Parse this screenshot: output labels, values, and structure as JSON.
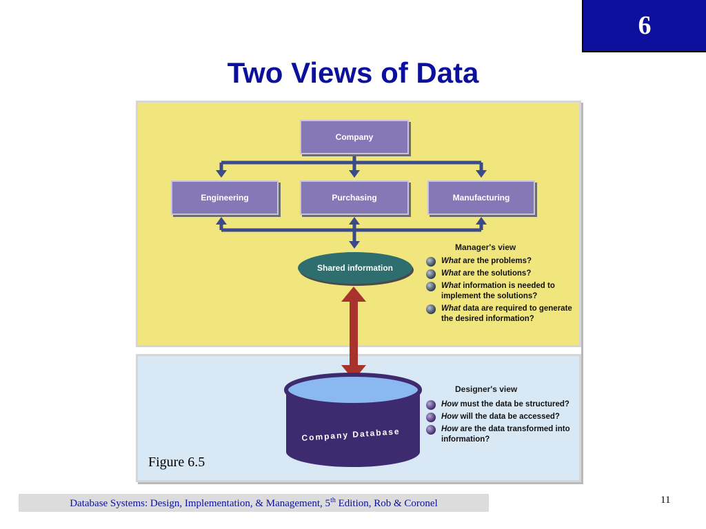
{
  "chapter_badge": "6",
  "title": "Two Views of Data",
  "figure": {
    "boxes": {
      "company": "Company",
      "engineering": "Engineering",
      "purchasing": "Purchasing",
      "manufacturing": "Manufacturing"
    },
    "shared_information": "Shared information",
    "managers_view": {
      "title": "Manager's view",
      "items": [
        {
          "q": "What",
          "text": " are the problems?"
        },
        {
          "q": "What",
          "text": " are the solutions?"
        },
        {
          "q": "What",
          "text": " information is needed to implement the solutions?"
        },
        {
          "q": "What",
          "text": " data are required to generate the desired information?"
        }
      ]
    },
    "designers_view": {
      "title": "Designer's view",
      "items": [
        {
          "q": "How",
          "text": " must the data be structured?"
        },
        {
          "q": "How",
          "text": " will the data be accessed?"
        },
        {
          "q": "How",
          "text": " are the data transformed into information?"
        }
      ]
    },
    "database_label": "Company Database",
    "caption": "Figure 6.5"
  },
  "footer": {
    "text_before": "Database Systems: Design, Implementation, & Management, 5",
    "superscript": "th",
    "text_after": " Edition, Rob & Coronel"
  },
  "page_number": "11",
  "colors": {
    "title_blue": "#0c109c",
    "top_panel": "#f1e67e",
    "bottom_panel": "#d9e8f5",
    "box_purple": "#8578b6",
    "oval_teal": "#2e6e6e",
    "arrow_red": "#a8322c",
    "connector_blue": "#3a4a8a",
    "database_purple": "#3e2a6e"
  }
}
